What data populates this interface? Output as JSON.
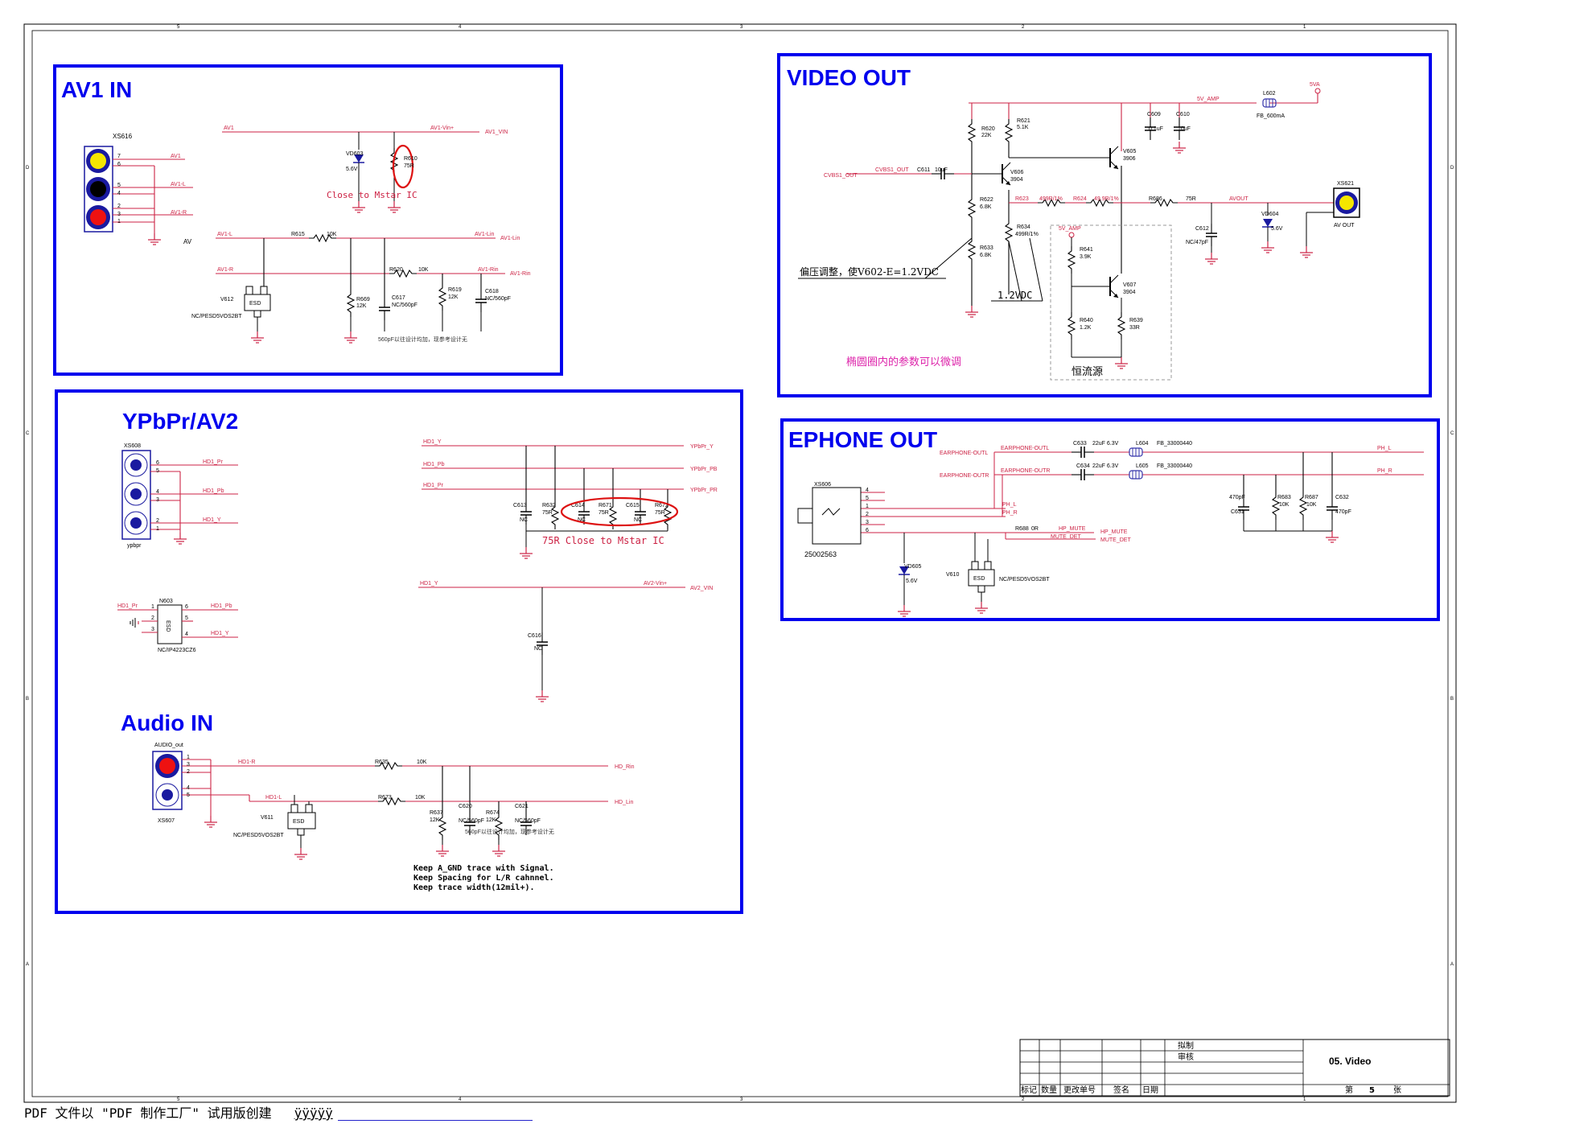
{
  "sections": {
    "av1": "AV1 IN",
    "video_out": "VIDEO OUT",
    "ypbpr": "YPbPr/AV2",
    "ephone": "EPHONE OUT",
    "audio": "Audio IN"
  },
  "av1": {
    "connector": "XS616",
    "connector_label": "AV",
    "nets": [
      "AV1",
      "AV1-Vin+",
      "AV1_VIN",
      "AV1-L",
      "AV1-Lin",
      "AV1-R",
      "AV1-Rin",
      "AV1-L",
      "AV1-R"
    ],
    "pins": [
      "7",
      "6",
      "5",
      "4",
      "2",
      "3",
      "1"
    ],
    "diode": "VD603",
    "diode_val": "5.6V",
    "r610": "R610",
    "r610_val": "75R",
    "close_note": "Close to Mstar IC",
    "r615": "R615",
    "r615_val": "10K",
    "r620": "R620",
    "r620_val": "10K",
    "r669": "R669",
    "r669_val": "12K",
    "c617": "C617",
    "c617_val": "NC/560pF",
    "r619": "R619",
    "r619_val": "12K",
    "c618": "C618",
    "c618_val": "NC/560pF",
    "v612": "V612",
    "v612_part": "NC/PESD5VOS2BT",
    "esd": "ESD",
    "cn_note": "560pF以往设计均加，现参考设计无"
  },
  "video_out": {
    "supply": "5VA",
    "supply_net": "5V_AMP",
    "l602": "L602",
    "l602_val": "FB_600mA",
    "c609": "C609",
    "c609_val": "0.1uF",
    "c610": "C610",
    "c610_val": "10uF",
    "r620": "R620",
    "r620_val": "22K",
    "r621": "R621",
    "r621_val": "5.1K",
    "r622": "R622",
    "r622_val": "6.8K",
    "r633": "R633",
    "r633_val": "6.8K",
    "v605": "V605",
    "v605_val": "3906",
    "v606": "V606",
    "v606_val": "3904",
    "v607": "V607",
    "v607_val": "3904",
    "cvbs_in": "CVBS1_OUT",
    "cvbs_net": "CVBS1_OUT",
    "c611": "C611",
    "c611_val": "10uF",
    "r623": "R623",
    "r623_val": "499R/1%",
    "r624": "R624",
    "r624_val": "49.9R/1%",
    "r634": "R634",
    "r634_val": "499R/1%",
    "r686": "R686",
    "r686_val": "75R",
    "avout": "AVOUT",
    "c612": "C612",
    "c612_val": "NC/47pF",
    "vd604": "VD604",
    "vd604_val": "5.6V",
    "xs621": "XS621",
    "xs621_label": "AV OUT",
    "amp2": "5V_AMP",
    "r641": "R641",
    "r641_val": "3.9K",
    "r640": "R640",
    "r640_val": "1.2K",
    "r639": "R639",
    "r639_val": "33R",
    "bias_note": "偏压调整，使V602-E=1.2VDC",
    "vdc": "1.2VDC",
    "tune_note": "椭圆圈内的参数可以微调",
    "cc_note": "恒流源"
  },
  "ypbpr": {
    "connector": "XS608",
    "connector_label": "ypbpr",
    "nets_left": [
      "HD1_Pr",
      "HD1_Pb",
      "HD1_Y"
    ],
    "pins": [
      "6",
      "5",
      "4",
      "3",
      "2",
      "1"
    ],
    "nets_right": [
      "HD1_Y",
      "HD1_Pb",
      "HD1_Pr"
    ],
    "ports": [
      "YPbPr_Y",
      "YPbPr_PB",
      "YPbPr_PR"
    ],
    "c613": "C613",
    "c613_val": "NC",
    "r632": "R632",
    "r632_val": "75R",
    "c614": "C614",
    "c614_val": "NC",
    "r671": "R671",
    "r671_val": "75R",
    "c615": "C615",
    "c615_val": "NC",
    "r672": "R672",
    "r672_val": "75R",
    "close_note": "75R Close to Mstar IC",
    "av2_net": "HD1_Y",
    "av2_mid": "AV2-Vin+",
    "av2_port": "AV2_VIN",
    "c616": "C616",
    "c616_val": "NC",
    "n603": "N603",
    "n603_part": "NC/IP4223CZ6",
    "esd": "ESD",
    "n603_nets": [
      "HD1_Pr",
      "HD1_Pb",
      "HD1_Y"
    ],
    "n603_pins": [
      "1",
      "2",
      "3",
      "6",
      "5",
      "4"
    ]
  },
  "ephone": {
    "in_l": "EARPHONE-OUTL",
    "in_r": "EARPHONE-OUTR",
    "net_l": "EARPHONE-OUTL",
    "net_r": "EARPHONE-OUTR",
    "c633": "C633",
    "c633_val": "22uF 6.3V",
    "c634": "C634",
    "c634_val": "22uF 6.3V",
    "l604": "L604",
    "l604_val": "FB_33000440",
    "l605": "L605",
    "l605_val": "FB_33000440",
    "ph_l": "PH_L",
    "ph_r": "PH_R",
    "c631": "C631",
    "c631_val": "470pF",
    "r683": "R683",
    "r683_val": "10K",
    "r687": "R687",
    "r687_val": "10K",
    "c632": "C632",
    "c632_val": "470pF",
    "xs606": "XS606",
    "xs606_part": "25002563",
    "pins": [
      "4",
      "5",
      "1",
      "2",
      "3",
      "6"
    ],
    "ph_l2": "PH_L",
    "ph_r2": "PH_R",
    "r688": "R688",
    "r688_val": "0R",
    "hp_mute": "HP_MUTE",
    "mute_det": "MUTE_DET",
    "hp_mute_port": "HP_MUTE",
    "mute_det_port": "MUTE_DET",
    "vd605": "VD605",
    "vd605_val": "5.6V",
    "v610": "V610",
    "v610_part": "NC/PESD5VOS2BT",
    "esd": "ESD"
  },
  "audio": {
    "connector": "AUDIO_out",
    "connector_ref": "XS607",
    "pins": [
      "1",
      "3",
      "2",
      "4",
      "5"
    ],
    "net_r": "HD1-R",
    "net_l": "HD1-L",
    "r635": "R635",
    "r635_val": "10K",
    "r673": "R673",
    "r673_val": "10K",
    "port_r": "HD_Rin",
    "port_l": "HD_Lin",
    "r637": "R637",
    "r637_val": "12K",
    "c620": "C620",
    "c620_val": "NC/560pF",
    "r674": "R674",
    "r674_val": "12K",
    "c621": "C621",
    "c621_val": "NC/560pF",
    "v611": "V611",
    "v611_part": "NC/PESD5VOS2BT",
    "esd": "ESD",
    "cn_note": "560pF以往设计均加，现参考设计无",
    "keep1": "Keep A_GND trace with Signal.",
    "keep2": "Keep Spacing for L/R cahnnel.",
    "keep3": "Keep trace width(12mil+)."
  },
  "title_block": {
    "draw": "拟制",
    "review": "审核",
    "title": "05. Video",
    "cols": [
      "标记",
      "数量",
      "更改单号",
      "签名",
      "日期"
    ],
    "sheet_prefix": "第",
    "sheet_no": "5",
    "sheet_suffix": "张"
  },
  "border": {
    "top_numbers": [
      "5",
      "4",
      "3",
      "2",
      "1"
    ],
    "side_letters": [
      "D",
      "C",
      "B",
      "A"
    ]
  },
  "footer": {
    "text": "PDF 文件以 \"PDF 制作工厂\" 试用版创建",
    "link": "ÿÿÿÿÿ"
  },
  "colors": {
    "frame": "#0000ee",
    "wire": "#cc2244",
    "text": "#000000",
    "pin": "#dd00dd",
    "net": "#cc2244"
  }
}
